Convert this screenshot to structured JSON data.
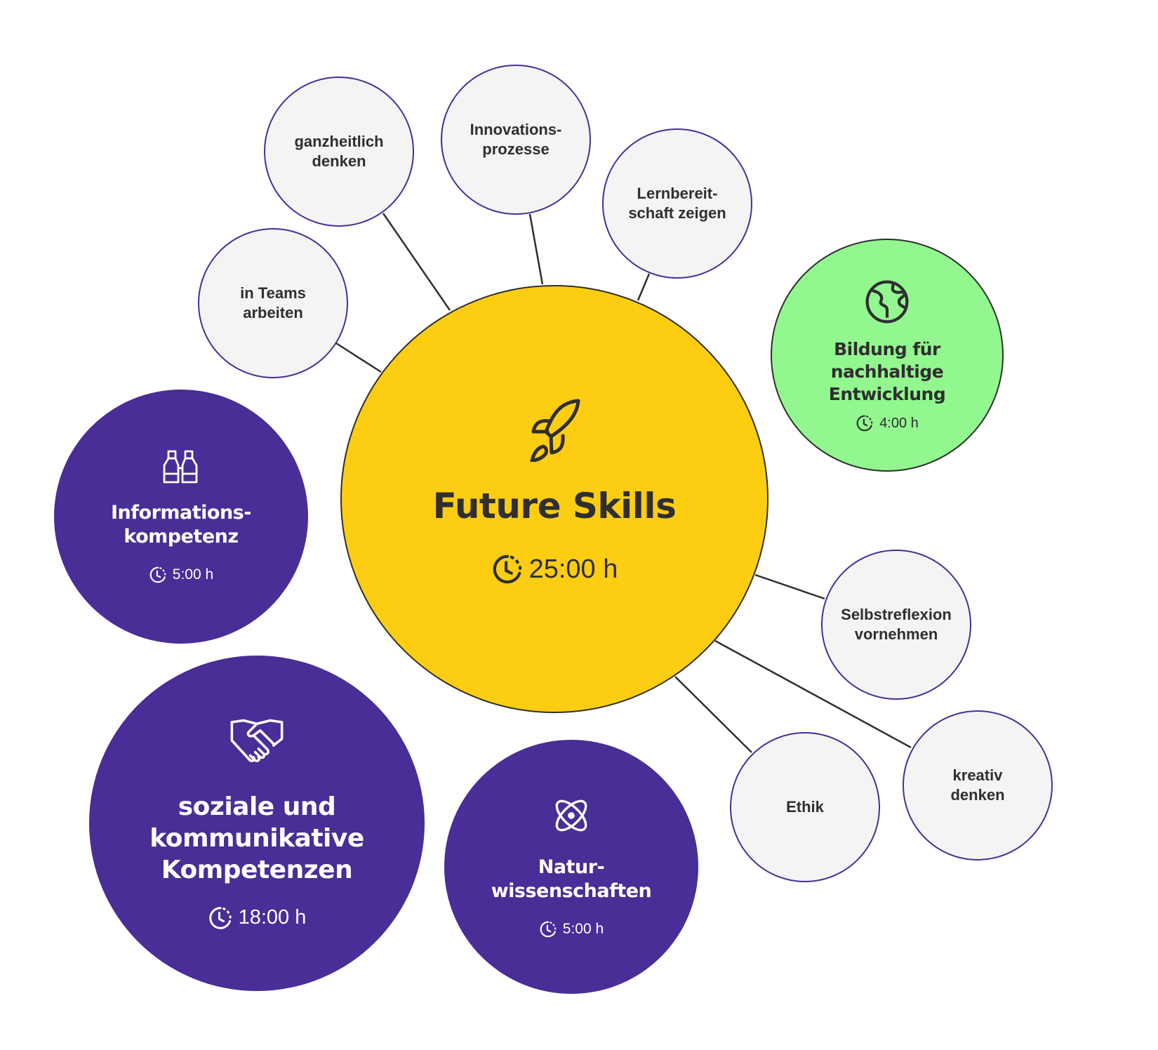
{
  "center": {
    "title": "Future Skills",
    "duration": "25:00 h",
    "icon": "rocket-icon"
  },
  "skills": [
    {
      "label": "ganzheitlich\ndenken"
    },
    {
      "label": "Innovations-\nprozesse"
    },
    {
      "label": "Lernbereit-\nschaft zeigen"
    },
    {
      "label": "in Teams\narbeiten"
    },
    {
      "label": "Selbstreflexion\nvornehmen"
    },
    {
      "label": "Ethik"
    },
    {
      "label": "kreativ\ndenken"
    }
  ],
  "modules": [
    {
      "title": "Bildung für\nnachhaltige\nEntwicklung",
      "duration": "4:00 h",
      "icon": "globe-icon"
    },
    {
      "title": "Informations-\nkompetenz",
      "duration": "5:00 h",
      "icon": "binoculars-icon"
    },
    {
      "title": "soziale und\nkommunikative\nKompetenzen",
      "duration": "18:00 h",
      "icon": "handshake-icon"
    },
    {
      "title": "Natur-\nwissenschaften",
      "duration": "5:00 h",
      "icon": "atom-icon"
    }
  ],
  "colors": {
    "purple": "#482e96",
    "yellow": "#fdcd12",
    "green": "#92f78f",
    "gray": "#f4f4f4",
    "text": "#2f2f2f"
  }
}
